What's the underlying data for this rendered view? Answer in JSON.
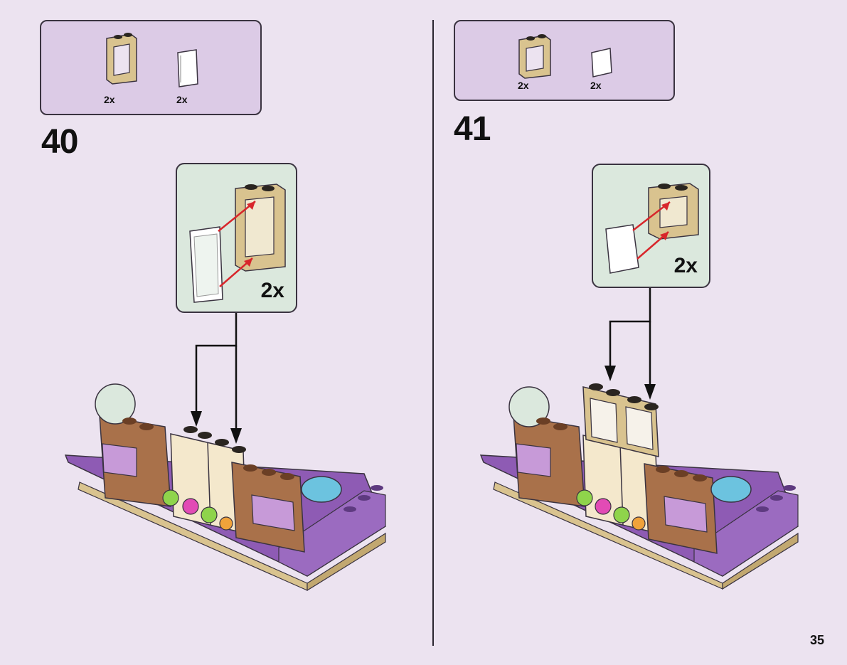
{
  "steps": [
    {
      "number": "40",
      "parts": [
        {
          "name": "tan-window-frame",
          "qty": "2x"
        },
        {
          "name": "clear-window-pane",
          "qty": "2x"
        }
      ],
      "callout_multiplier": "2x"
    },
    {
      "number": "41",
      "parts": [
        {
          "name": "tan-window-frame",
          "qty": "2x"
        },
        {
          "name": "clear-window-pane",
          "qty": "2x"
        }
      ],
      "callout_multiplier": "2x"
    }
  ],
  "page_number": "35",
  "colors": {
    "page_bg": "#ece3f0",
    "parts_box": "#dccbe6",
    "callout_bg": "#dbe8dd",
    "tan": "#d9c38f",
    "purple": "#9b6bc0",
    "brown": "#a9714a",
    "arrow_red": "#d8262b"
  }
}
